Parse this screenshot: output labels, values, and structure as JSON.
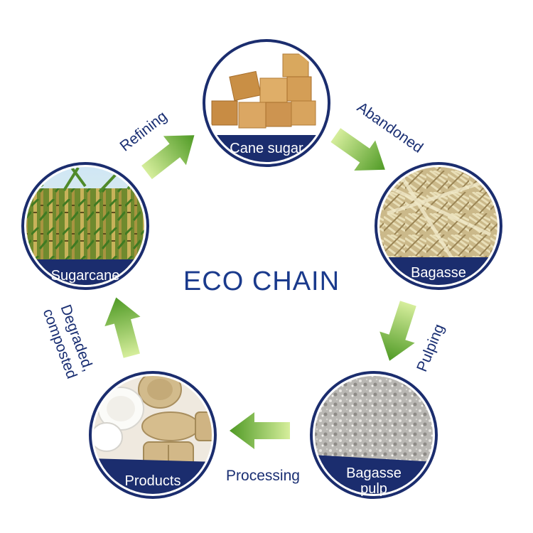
{
  "title": "ECO CHAIN",
  "nodes": {
    "cane_sugar": {
      "label": "Cane sugar"
    },
    "bagasse": {
      "label": "Bagasse"
    },
    "bagasse_pulp": {
      "label_line1": "Bagasse",
      "label_line2": "pulp"
    },
    "products": {
      "label": "Products"
    },
    "sugarcane": {
      "label": "Sugarcane"
    }
  },
  "steps": {
    "refining": "Refining",
    "abandoned": "Abandoned",
    "pulping": "Pulping",
    "processing": "Processing",
    "degraded_line1": "Degraded,",
    "degraded_line2": "composted"
  },
  "colors": {
    "ring": "#1b2d6e",
    "label_band": "#1b2d6e",
    "arrow_light": "#c9e58a",
    "arrow_dark": "#5aa02c",
    "title": "#1a3a8c"
  }
}
